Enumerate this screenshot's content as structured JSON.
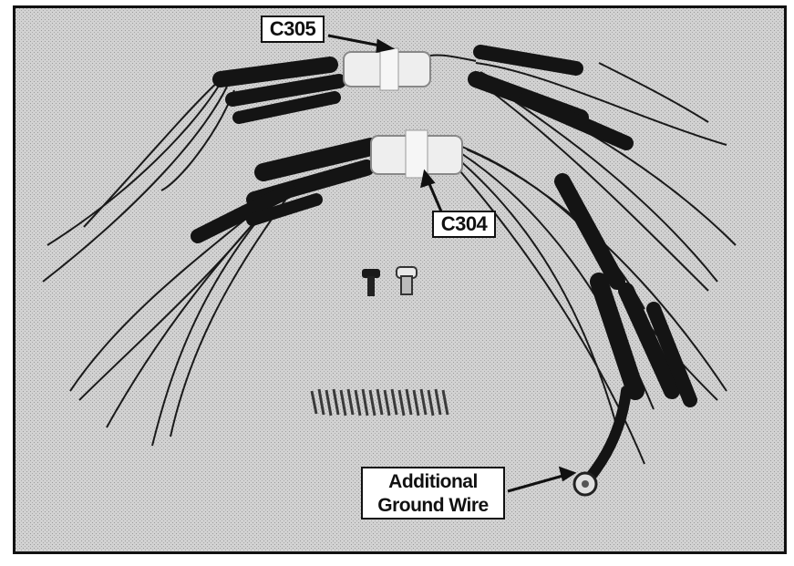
{
  "labels": {
    "c305": "C305",
    "c304": "C304",
    "ground_line1": "Additional",
    "ground_line2": "Ground Wire"
  },
  "colors": {
    "photo_bg": "#cfcfcf",
    "sleeve": "#141414",
    "connector": "#eeeeee",
    "wire": "#1a1a1a",
    "label_bg": "#ffffff",
    "border": "#111111"
  }
}
